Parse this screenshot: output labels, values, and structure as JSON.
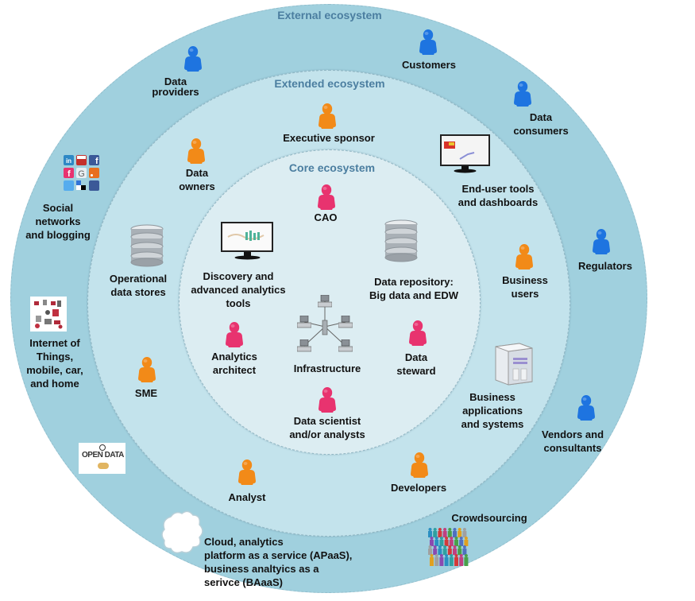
{
  "colors": {
    "external_ring": "#a0d0de",
    "extended_ring": "#c3e3ec",
    "core_ring": "#dcedf2",
    "ring_title": "#4b7ea0",
    "external_person": "#1e74e0",
    "extended_person": "#f28a18",
    "core_person": "#e8336f"
  },
  "rings": {
    "external": {
      "title": "External ecosystem"
    },
    "extended": {
      "title": "Extended ecosystem"
    },
    "core": {
      "title": "Core ecosystem"
    }
  },
  "external": {
    "data_providers": {
      "label": "Data\nproviders",
      "icon": "person-icon"
    },
    "customers": {
      "label": "Customers",
      "icon": "person-icon"
    },
    "data_consumers": {
      "label": "Data\nconsumers",
      "icon": "person-icon"
    },
    "social": {
      "label": "Social\nnetworks\nand blogging",
      "icon": "social-media-icons"
    },
    "regulators": {
      "label": "Regulators",
      "icon": "person-icon"
    },
    "iot": {
      "label": "Internet of\nThings,\nmobile, car,\nand home",
      "icon": "iot-devices-icon"
    },
    "open_data": {
      "label": "OPEN DATA",
      "icon": "open-data-logo"
    },
    "vendors": {
      "label": "Vendors and\nconsultants",
      "icon": "person-icon"
    },
    "crowdsourcing": {
      "label": "Crowdsourcing",
      "icon": "crowd-icon"
    },
    "cloud": {
      "label": "Cloud, analytics\n    platform as a service (APaaS),\n  business analtyics as a\n    serivce (BAaaS)",
      "icon": "cloud-icon"
    }
  },
  "extended": {
    "executive_sponsor": {
      "label": "Executive sponsor",
      "icon": "person-icon"
    },
    "data_owners": {
      "label": "Data\nowners",
      "icon": "person-icon"
    },
    "end_user_tools": {
      "label": "End-user tools\nand dashboards",
      "icon": "monitor-icon"
    },
    "operational_stores": {
      "label": "Operational\ndata stores",
      "icon": "database-icon"
    },
    "business_users": {
      "label": "Business\nusers",
      "icon": "person-icon"
    },
    "sme": {
      "label": "SME",
      "icon": "person-icon"
    },
    "business_apps": {
      "label": "Business\napplications\nand systems",
      "icon": "server-icon"
    },
    "analyst": {
      "label": "Analyst",
      "icon": "person-icon"
    },
    "developers": {
      "label": "Developers",
      "icon": "person-icon"
    }
  },
  "core": {
    "cao": {
      "label": "CAO",
      "icon": "person-icon"
    },
    "discovery_tools": {
      "label": "Discovery and\nadvanced analytics\ntools",
      "icon": "monitor-icon"
    },
    "data_repository": {
      "label": "Data repository:\nBig data and EDW",
      "icon": "database-icon"
    },
    "analytics_architect": {
      "label": "Analytics\narchitect",
      "icon": "person-icon"
    },
    "infrastructure": {
      "label": "Infrastructure",
      "icon": "network-icon"
    },
    "data_steward": {
      "label": "Data\nsteward",
      "icon": "person-icon"
    },
    "data_scientist": {
      "label": "Data scientist\nand/or analysts",
      "icon": "person-icon"
    }
  }
}
